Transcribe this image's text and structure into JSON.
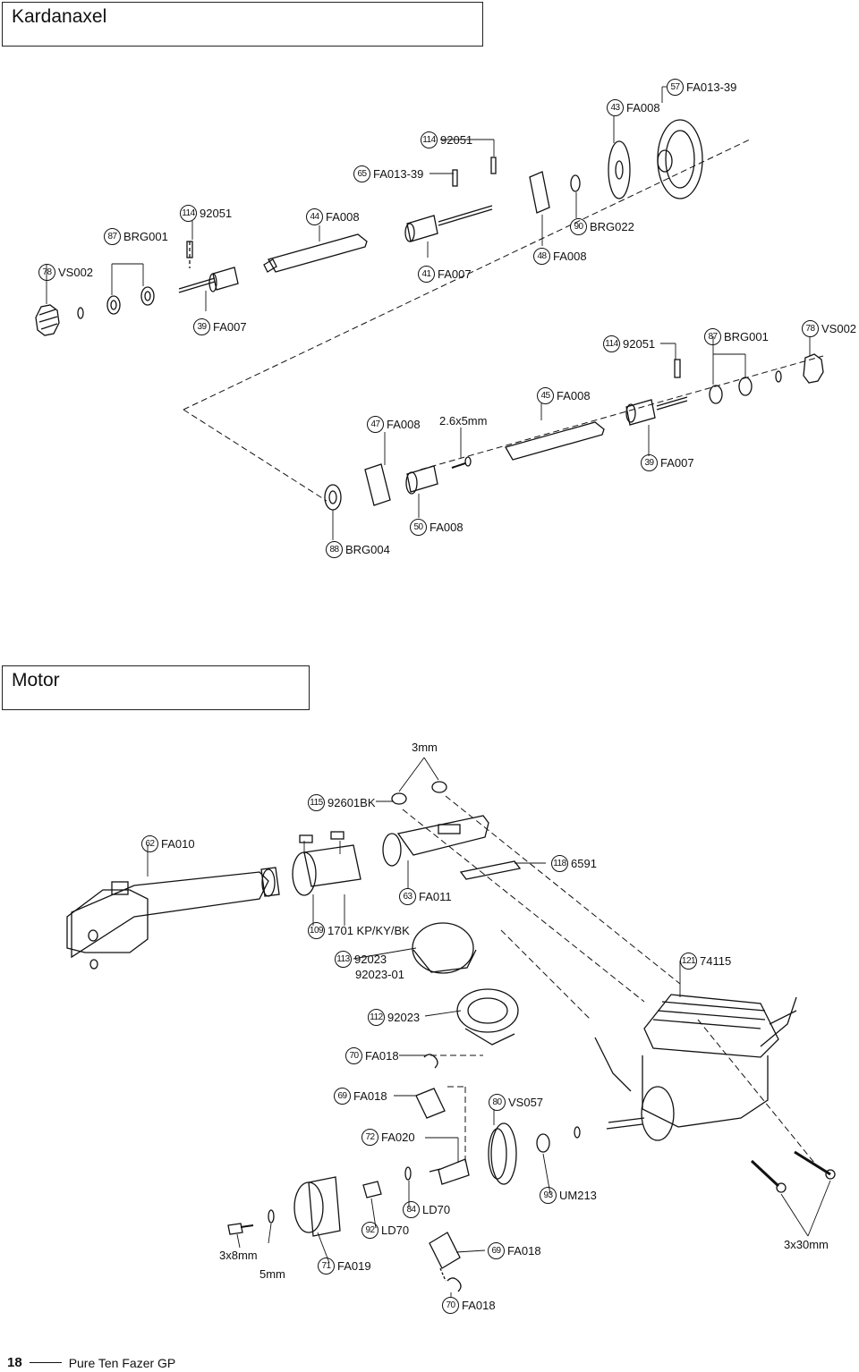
{
  "sections": {
    "driveshaft": "Kardanaxel",
    "engine": "Motor"
  },
  "driveshaft_parts": [
    {
      "num": "57",
      "code": "FA013-39"
    },
    {
      "num": "43",
      "code": "FA008"
    },
    {
      "num": "114",
      "code": "92051"
    },
    {
      "num": "65",
      "code": "FA013-39"
    },
    {
      "num": "114",
      "code": "92051"
    },
    {
      "num": "44",
      "code": "FA008"
    },
    {
      "num": "87",
      "code": "BRG001"
    },
    {
      "num": "78",
      "code": "VS002"
    },
    {
      "num": "41",
      "code": "FA007"
    },
    {
      "num": "48",
      "code": "FA008"
    },
    {
      "num": "90",
      "code": "BRG022"
    },
    {
      "num": "39",
      "code": "FA007"
    },
    {
      "num": "114",
      "code": "92051"
    },
    {
      "num": "87",
      "code": "BRG001"
    },
    {
      "num": "78",
      "code": "VS002"
    },
    {
      "num": "45",
      "code": "FA008"
    },
    {
      "num": "47",
      "code": "FA008"
    },
    {
      "num": "39",
      "code": "FA007"
    },
    {
      "num": "50",
      "code": "FA008"
    },
    {
      "num": "88",
      "code": "BRG004"
    }
  ],
  "driveshaft_notes": {
    "screw": "2.6x5mm"
  },
  "engine_parts": [
    {
      "num": "115",
      "code": "92601BK"
    },
    {
      "num": "62",
      "code": "FA010"
    },
    {
      "num": "118",
      "code": "6591"
    },
    {
      "num": "63",
      "code": "FA011"
    },
    {
      "num": "109",
      "code": "1701 KP/KY/BK"
    },
    {
      "num": "113",
      "code": "92023"
    },
    {
      "num": "121",
      "code": "74115"
    },
    {
      "num": "112",
      "code": "92023"
    },
    {
      "num": "70",
      "code": "FA018"
    },
    {
      "num": "69",
      "code": "FA018"
    },
    {
      "num": "80",
      "code": "VS057"
    },
    {
      "num": "72",
      "code": "FA020"
    },
    {
      "num": "93",
      "code": "UM213"
    },
    {
      "num": "84",
      "code": "LD70"
    },
    {
      "num": "92",
      "code": "LD70"
    },
    {
      "num": "69",
      "code": "FA018"
    },
    {
      "num": "71",
      "code": "FA019"
    },
    {
      "num": "70",
      "code": "FA018"
    }
  ],
  "engine_notes": {
    "nut_size": "3mm",
    "alt_code": "92023-01",
    "screw_short": "3x8mm",
    "washer": "5mm",
    "screw_long": "3x30mm"
  },
  "footer": {
    "page": "18",
    "title": "Pure Ten Fazer GP"
  }
}
